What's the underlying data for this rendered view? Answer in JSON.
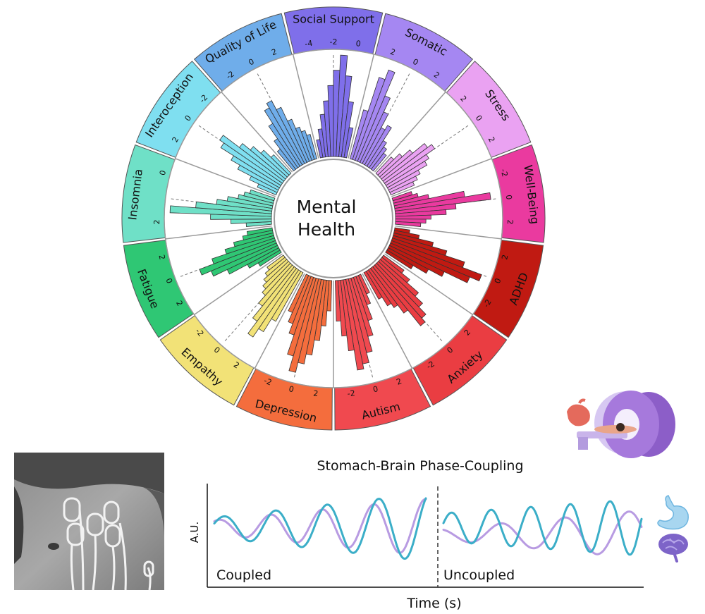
{
  "figure": {
    "center_title": [
      "Mental",
      "Health"
    ],
    "domains": [
      {
        "name": "Social Support",
        "color": "#7F6FEA",
        "ticks": [
          "-4",
          "-2",
          "0"
        ],
        "bars": [
          0.18,
          0.28,
          0.42,
          0.55,
          0.7,
          0.85,
          1.0,
          0.8,
          0.55,
          0.3
        ]
      },
      {
        "name": "Somatic",
        "color": "#A587F2",
        "ticks": [
          "2",
          "0",
          "2"
        ],
        "bars": [
          0.5,
          0.85,
          0.95,
          0.7,
          0.55,
          0.4,
          0.45,
          0.3,
          0.25,
          0.2
        ]
      },
      {
        "name": "Stress",
        "color": "#EAA2F2",
        "ticks": [
          "2",
          "0",
          "2"
        ],
        "bars": [
          0.22,
          0.3,
          0.4,
          0.55,
          0.6,
          0.5,
          0.45,
          0.35,
          0.3,
          0.25
        ]
      },
      {
        "name": "Well-Being",
        "color": "#EA3A9F",
        "ticks": [
          "-2",
          "0",
          "2"
        ],
        "bars": [
          0.2,
          0.25,
          0.35,
          0.7,
          0.95,
          0.6,
          0.5,
          0.35,
          0.3,
          0.25
        ]
      },
      {
        "name": "ADHD",
        "color": "#C01A12",
        "ticks": [
          "2",
          "0",
          "-2"
        ],
        "bars": [
          0.15,
          0.25,
          0.4,
          0.55,
          0.75,
          0.95,
          0.85,
          0.6,
          0.45,
          0.3
        ]
      },
      {
        "name": "Anxiety",
        "color": "#EA3D42",
        "ticks": [
          "2",
          "0",
          "-2"
        ],
        "bars": [
          0.25,
          0.35,
          0.5,
          0.6,
          0.7,
          0.75,
          0.55,
          0.45,
          0.4,
          0.3
        ]
      },
      {
        "name": "Autism",
        "color": "#F0494F",
        "ticks": [
          "2",
          "0",
          "-2"
        ],
        "bars": [
          0.2,
          0.3,
          0.45,
          0.6,
          0.75,
          0.85,
          0.9,
          0.7,
          0.55,
          0.4
        ]
      },
      {
        "name": "Depression",
        "color": "#F46D3D",
        "ticks": [
          "2",
          "0",
          "-2"
        ],
        "bars": [
          0.3,
          0.45,
          0.6,
          0.75,
          0.85,
          0.95,
          0.8,
          0.6,
          0.5,
          0.4
        ]
      },
      {
        "name": "Empathy",
        "color": "#F2E277",
        "ticks": [
          "2",
          "0",
          "-2"
        ],
        "bars": [
          0.55,
          0.7,
          0.8,
          0.65,
          0.5,
          0.4,
          0.35,
          0.3,
          0.25,
          0.2
        ]
      },
      {
        "name": "Fatigue",
        "color": "#2FC774",
        "ticks": [
          "2",
          "0",
          "2"
        ],
        "bars": [
          0.25,
          0.35,
          0.55,
          0.7,
          0.8,
          0.65,
          0.5,
          0.4,
          0.3,
          0.25
        ]
      },
      {
        "name": "Insomnia",
        "color": "#6FE0C7",
        "ticks": [
          "2",
          "0"
        ],
        "bars": [
          0.25,
          0.4,
          0.6,
          1.0,
          0.75,
          0.55,
          0.45,
          0.35,
          0.3,
          0.25
        ]
      },
      {
        "name": "Interoception",
        "color": "#7FDFF0",
        "ticks": [
          "2",
          "0",
          "-2"
        ],
        "bars": [
          0.2,
          0.3,
          0.45,
          0.55,
          0.7,
          0.75,
          0.55,
          0.45,
          0.35,
          0.25
        ]
      },
      {
        "name": "Quality of Life",
        "color": "#6FADEA",
        "ticks": [
          "-2",
          "0",
          "2"
        ],
        "bars": [
          0.25,
          0.35,
          0.5,
          0.65,
          0.7,
          0.6,
          0.45,
          0.35,
          0.3,
          0.25
        ]
      }
    ]
  },
  "timeseries": {
    "title": "Stomach-Brain Phase-Coupling",
    "ylabel": "A.U.",
    "xlabel": "Time (s)",
    "coupled_label": "Coupled",
    "uncoupled_label": "Uncoupled",
    "stomach_color": "#3BAEC8",
    "brain_color": "#B89BE2"
  },
  "icons": {
    "photo": "abdomen-electrodes-photo",
    "scanner": "mri-scanner-icon",
    "stomach": "stomach-icon",
    "brain": "brain-icon"
  }
}
